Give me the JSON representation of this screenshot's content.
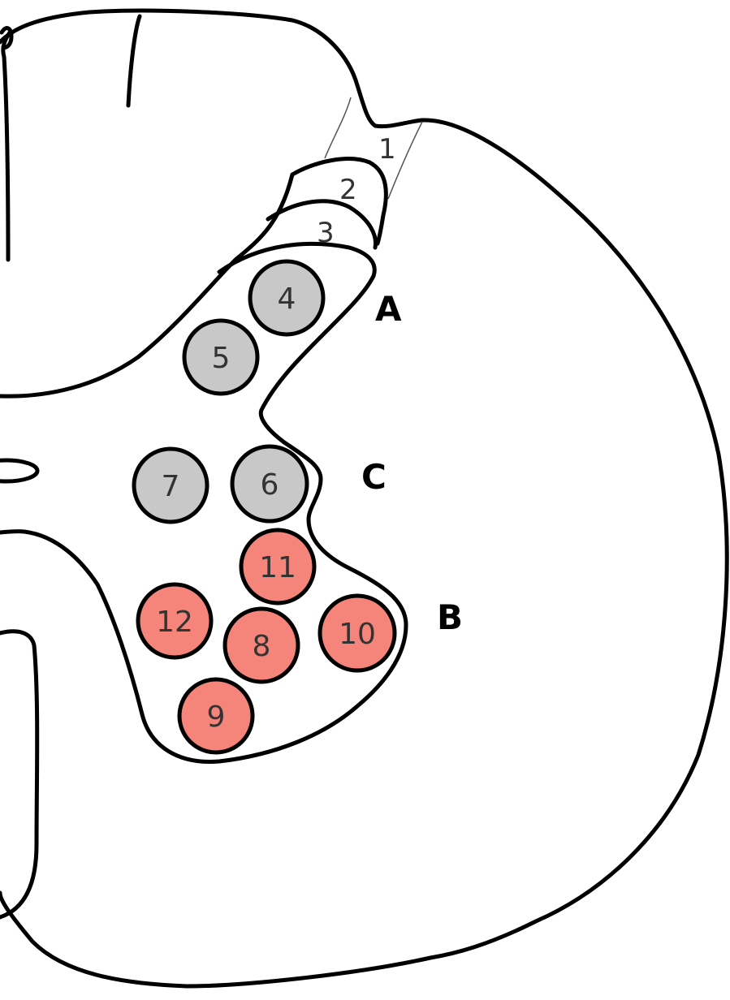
{
  "colors": {
    "grey_nucleus": "#c8c8c8",
    "red_nucleus": "#f5857a",
    "outline": "#000000"
  },
  "laminae": [
    {
      "id": "lamina-1",
      "label": "1"
    },
    {
      "id": "lamina-2",
      "label": "2"
    },
    {
      "id": "lamina-3",
      "label": "3"
    }
  ],
  "nuclei": [
    {
      "id": "nucleus-4",
      "label": "4",
      "group": "grey"
    },
    {
      "id": "nucleus-5",
      "label": "5",
      "group": "grey"
    },
    {
      "id": "nucleus-6",
      "label": "6",
      "group": "grey"
    },
    {
      "id": "nucleus-7",
      "label": "7",
      "group": "grey"
    },
    {
      "id": "nucleus-8",
      "label": "8",
      "group": "red"
    },
    {
      "id": "nucleus-9",
      "label": "9",
      "group": "red"
    },
    {
      "id": "nucleus-10",
      "label": "10",
      "group": "red"
    },
    {
      "id": "nucleus-11",
      "label": "11",
      "group": "red"
    },
    {
      "id": "nucleus-12",
      "label": "12",
      "group": "red"
    }
  ],
  "regions": [
    {
      "id": "region-a",
      "label": "A"
    },
    {
      "id": "region-b",
      "label": "B"
    },
    {
      "id": "region-c",
      "label": "C"
    }
  ]
}
